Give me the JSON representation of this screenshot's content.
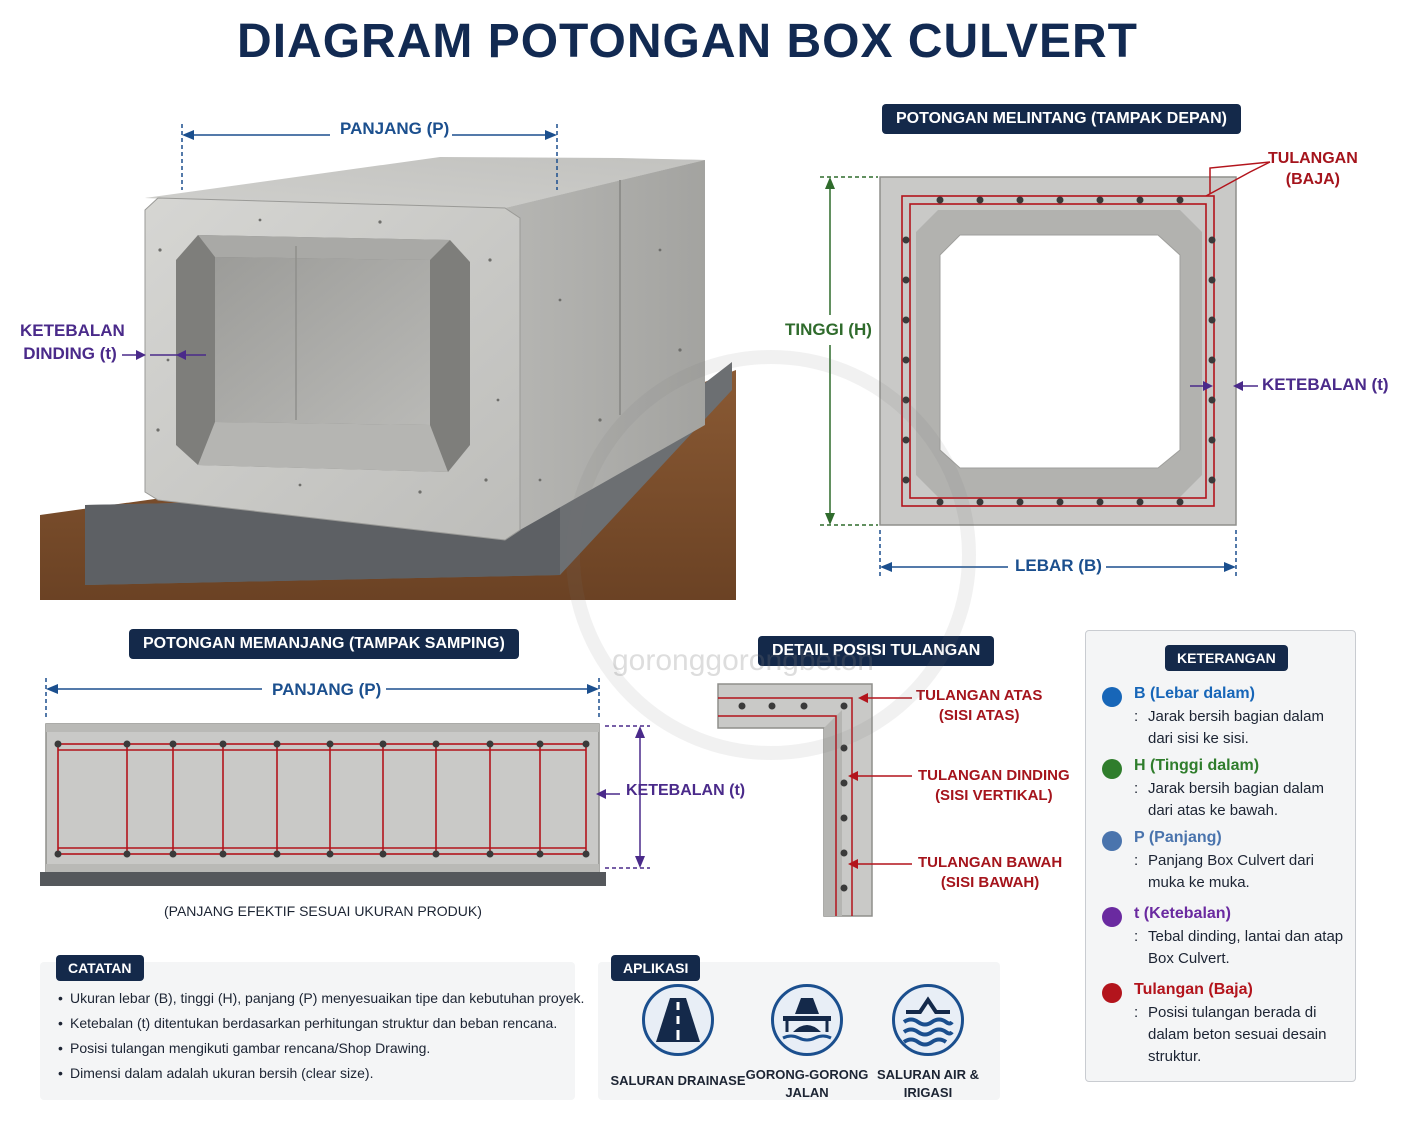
{
  "title": "DIAGRAM POTONGAN BOX CULVERT",
  "iso_view": {
    "length_label": "PANJANG (P)",
    "thickness_label": "KETEBALAN DINDING (t)"
  },
  "cross_section": {
    "heading": "POTONGAN MELINTANG (TAMPAK DEPAN)",
    "height_label": "TINGGI (H)",
    "width_label": "LEBAR (B)",
    "thickness_label": "KETEBALAN (t)",
    "rebar_label_line1": "TULANGAN",
    "rebar_label_line2": "(BAJA)"
  },
  "long_section": {
    "heading": "POTONGAN MEMANJANG (TAMPAK SAMPING)",
    "length_label": "PANJANG (P)",
    "thickness_label": "KETEBALAN (t)",
    "caption": "(PANJANG EFEKTIF SESUAI UKURAN PRODUK)"
  },
  "detail": {
    "heading": "DETAIL POSISI TULANGAN",
    "top_line1": "TULANGAN ATAS",
    "top_line2": "(SISI ATAS)",
    "wall_line1": "TULANGAN DINDING",
    "wall_line2": "(SISI VERTIKAL)",
    "bottom_line1": "TULANGAN BAWAH",
    "bottom_line2": "(SISI BAWAH)"
  },
  "watermark": "goronggorongbeton",
  "notes": {
    "heading": "CATATAN",
    "items": [
      "Ukuran lebar (B), tinggi (H), panjang (P) menyesuaikan tipe dan kebutuhan proyek.",
      "Ketebalan (t) ditentukan berdasarkan perhitungan struktur dan beban rencana.",
      "Posisi tulangan mengikuti gambar rencana/Shop Drawing.",
      "Dimensi dalam adalah ukuran bersih (clear size)."
    ]
  },
  "applications": {
    "heading": "APLIKASI",
    "items": [
      {
        "icon": "road-icon",
        "line1": "SALURAN DRAINASE",
        "line2": ""
      },
      {
        "icon": "bridge-icon",
        "line1": "GORONG-GORONG",
        "line2": "JALAN"
      },
      {
        "icon": "water-waves-icon",
        "line1": "SALURAN AIR &",
        "line2": "IRIGASI"
      }
    ]
  },
  "legend": {
    "heading": "KETERANGAN",
    "items": [
      {
        "title": "B (Lebar dalam)",
        "desc": "Jarak bersih bagian dalam dari sisi ke sisi.",
        "color": "#1766b8"
      },
      {
        "title": "H (Tinggi dalam)",
        "desc": "Jarak bersih bagian dalam dari atas ke bawah.",
        "color": "#2f7d2c"
      },
      {
        "title": "P (Panjang)",
        "desc": "Panjang Box Culvert dari muka ke muka.",
        "color": "#4a74ad"
      },
      {
        "title": "t (Ketebalan)",
        "desc": "Tebal dinding, lantai dan atap Box Culvert.",
        "color": "#6a2aa0"
      },
      {
        "title": "Tulangan (Baja)",
        "desc": "Posisi tulangan berada di dalam beton sesuai desain struktur.",
        "color": "#b3141c"
      }
    ]
  },
  "colors": {
    "navy": "#14294a",
    "dimension_blue": "#1b4f8e",
    "height_green": "#2f6b2c",
    "thickness_purple": "#4a2a8a",
    "rebar_red": "#a5141c",
    "concrete": "#c9c9c7"
  }
}
